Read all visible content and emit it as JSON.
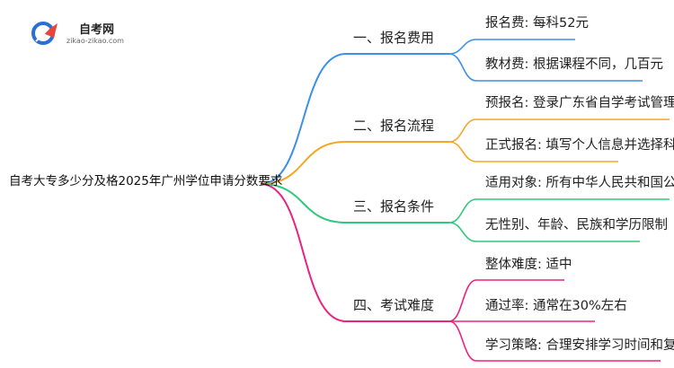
{
  "logo": {
    "title": "自考网",
    "subtitle": "zikao-zikao.com"
  },
  "root": {
    "label": "自考大专多少分及格2025年广州学位申请分数要求"
  },
  "branches": [
    {
      "label": "一、报名费用",
      "color": "#3d8fe8",
      "leaves": [
        "报名费: 每科52元",
        "教材费: 根据课程不同，几百元"
      ]
    },
    {
      "label": "二、报名流程",
      "color": "#f5a623",
      "leaves": [
        "预报名: 登录广东省自学考试管理系统",
        "正式报名: 填写个人信息并选择科目"
      ]
    },
    {
      "label": "三、报名条件",
      "color": "#2ec97a",
      "leaves": [
        "适用对象: 所有中华人民共和国公民",
        "无性别、年龄、民族和学历限制"
      ]
    },
    {
      "label": "四、考试难度",
      "color": "#e8247f",
      "leaves": [
        "整体难度: 适中",
        "通过率: 通常在30%左右",
        "学习策略: 合理安排学习时间和复习"
      ]
    }
  ]
}
